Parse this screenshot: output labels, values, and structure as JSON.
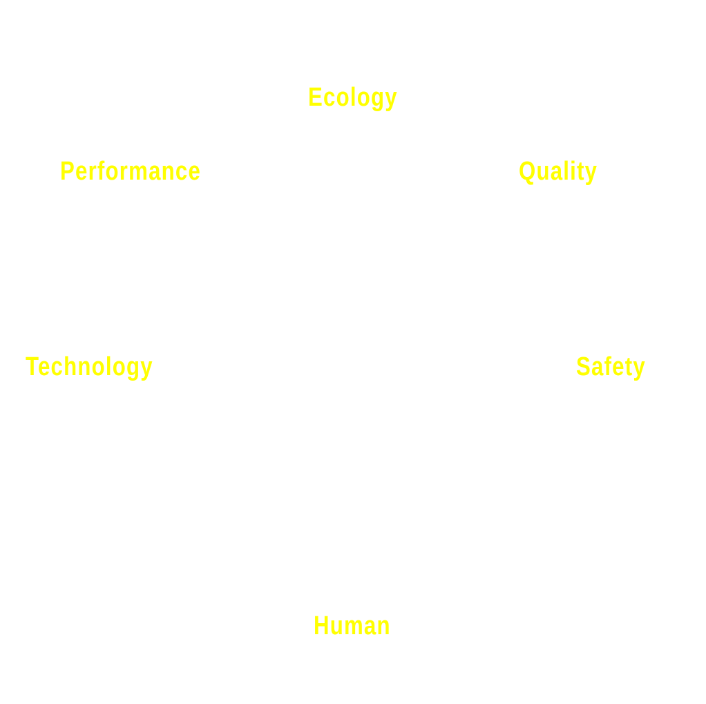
{
  "colors": {
    "background": "#ffffff",
    "label": "#ffff00"
  },
  "labels": {
    "ecology": "Ecology",
    "performance": "Performance",
    "quality": "Quality",
    "technology": "Technology",
    "safety": "Safety",
    "human": "Human"
  }
}
